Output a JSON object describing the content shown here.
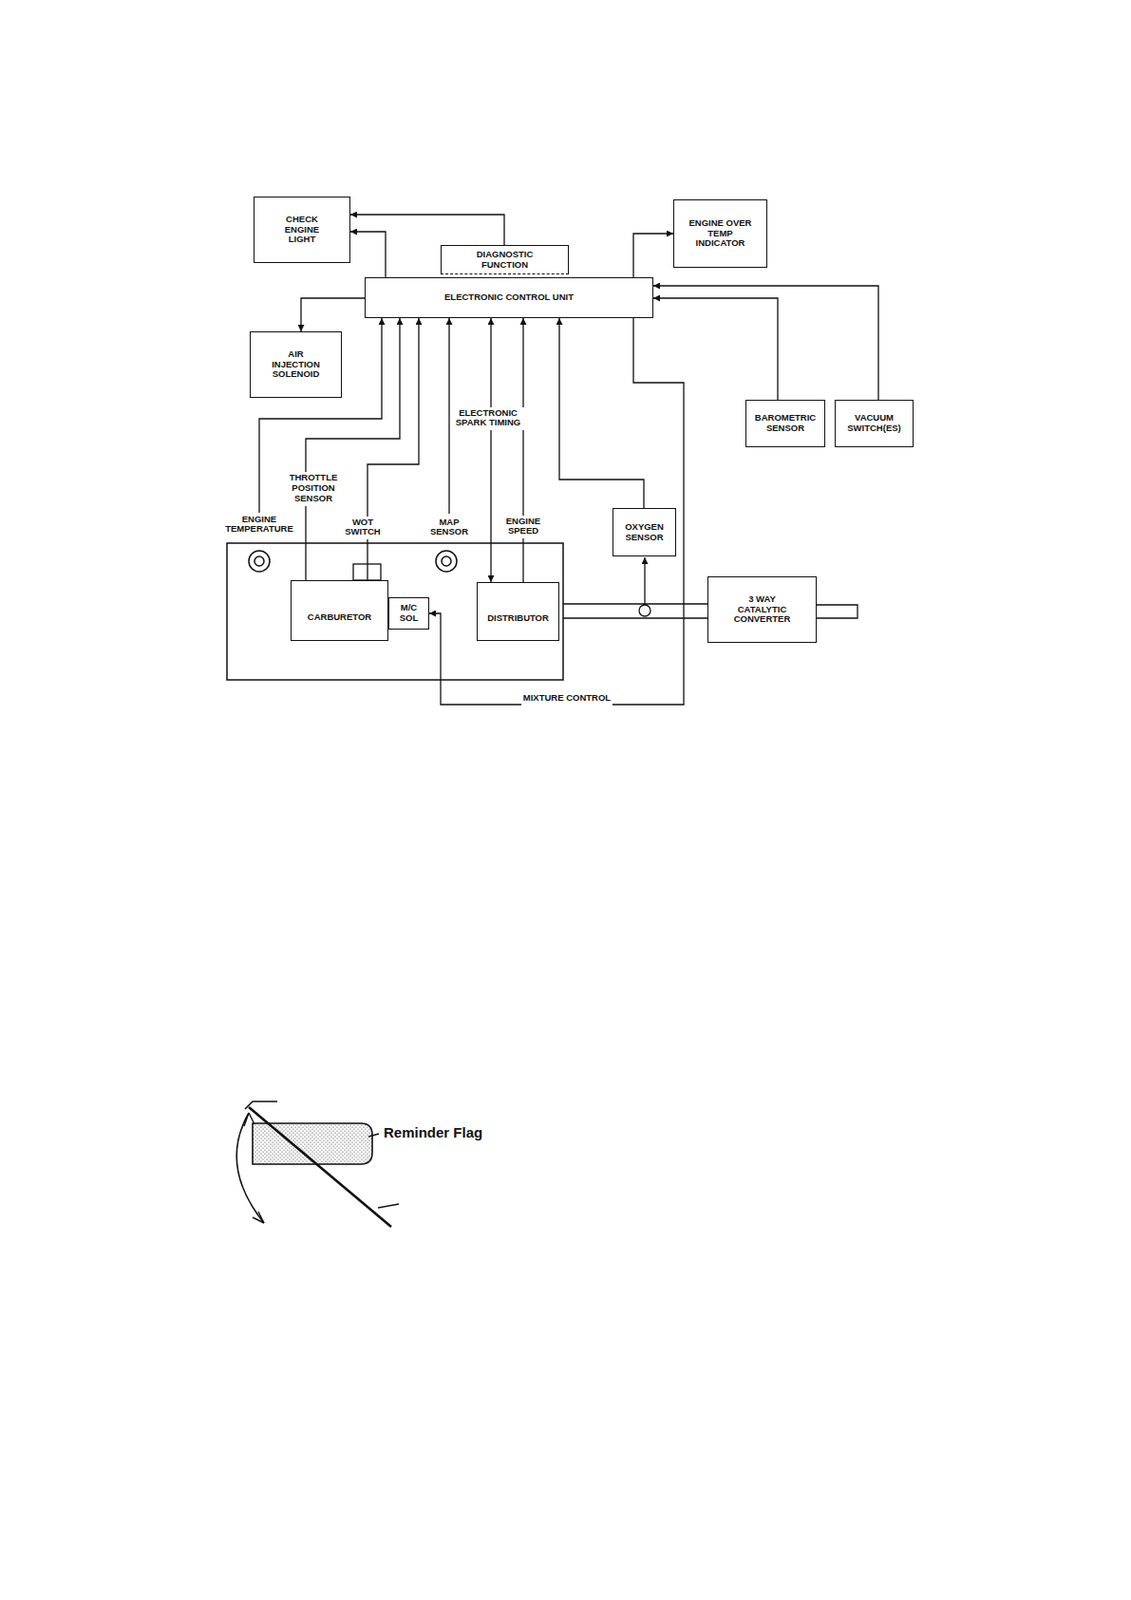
{
  "diagram": {
    "nodes": [
      {
        "text": [
          "CHECK ENGINE LIGHT"
        ]
      },
      {
        "text": [
          "DIAGNOSTIC FUNCTION"
        ]
      },
      {
        "text": [
          "ENGINE OVER TEMP INDICATOR"
        ]
      },
      {
        "text": [
          "ELECTRONIC CONTROL UNIT"
        ]
      },
      {
        "text": [
          "AIR INJECTION SOLENOID"
        ]
      },
      {
        "text": [
          "BAROMETRIC SENSOR"
        ]
      },
      {
        "text": [
          "VACUUM SWITCH(ES)"
        ]
      },
      {
        "text": [
          "OXYGEN SENSOR"
        ]
      },
      {
        "text": [
          "CARBURETOR"
        ]
      },
      {
        "text": [
          "M/C SOL"
        ]
      },
      {
        "text": [
          "DISTRIBUTOR"
        ]
      },
      {
        "text": [
          "3 WAY CATALYTIC CONVERTER"
        ]
      }
    ],
    "edges": [
      {
        "from": 1,
        "to": 0,
        "arrow": "to"
      },
      {
        "from": 3,
        "to": 0,
        "arrow": "to"
      },
      {
        "from": 3,
        "to": 2,
        "arrow": "to"
      },
      {
        "from": 3,
        "to": 4,
        "arrow": "to"
      },
      {
        "from": 5,
        "to": 3,
        "arrow": "to"
      },
      {
        "from": 6,
        "to": 3,
        "arrow": "to"
      },
      {
        "from": 8,
        "to": 3,
        "label": "THROTTLE POSITION SENSOR",
        "arrow": "to"
      },
      {
        "from": 8,
        "to": 3,
        "label": "WOT SWITCH",
        "arrow": "to"
      },
      {
        "from": 3,
        "to": 10,
        "label": "ELECTRONIC SPARK TIMING",
        "arrow": "both"
      },
      {
        "from": 10,
        "to": 3,
        "label": "ENGINE SPEED",
        "arrow": "to"
      },
      {
        "from": 7,
        "to": 3,
        "arrow": "to"
      },
      {
        "from": 3,
        "to": 9,
        "label": "MIXTURE CONTROL",
        "arrow": "to"
      }
    ],
    "labels": [
      "ENGINE TEMPERATURE",
      "MAP SENSOR",
      "Reminder Flag"
    ]
  }
}
